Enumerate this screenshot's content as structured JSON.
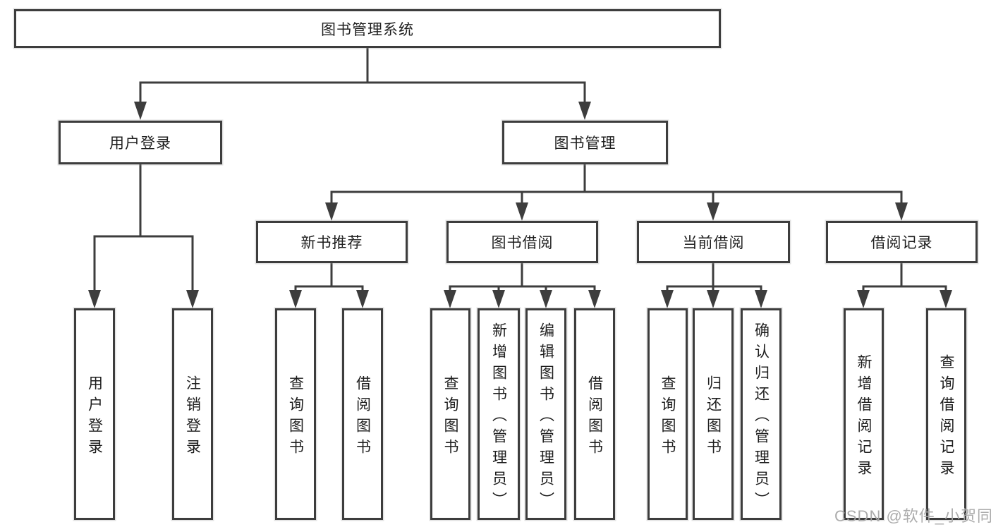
{
  "diagram": {
    "root": {
      "label": "图书管理系统"
    },
    "level2": [
      {
        "label": "用户登录"
      },
      {
        "label": "图书管理"
      }
    ],
    "level3": [
      {
        "label": "新书推荐",
        "parent": "图书管理"
      },
      {
        "label": "图书借阅",
        "parent": "图书管理"
      },
      {
        "label": "当前借阅",
        "parent": "图书管理"
      },
      {
        "label": "借阅记录",
        "parent": "图书管理"
      }
    ],
    "leaves": [
      {
        "label": "用户登录",
        "parent": "用户登录"
      },
      {
        "label": "注销登录",
        "parent": "用户登录"
      },
      {
        "label": "查询图书",
        "parent": "新书推荐"
      },
      {
        "label": "借阅图书",
        "parent": "新书推荐"
      },
      {
        "label": "查询图书",
        "parent": "图书借阅"
      },
      {
        "label": "新增图书（管理员）",
        "parent": "图书借阅"
      },
      {
        "label": "编辑图书（管理员）",
        "parent": "图书借阅"
      },
      {
        "label": "借阅图书",
        "parent": "图书借阅"
      },
      {
        "label": "查询图书",
        "parent": "当前借阅"
      },
      {
        "label": "归还图书",
        "parent": "当前借阅"
      },
      {
        "label": "确认归还（管理员）",
        "parent": "当前借阅"
      },
      {
        "label": "新增借阅记录",
        "parent": "借阅记录"
      },
      {
        "label": "查询借阅记录",
        "parent": "借阅记录"
      }
    ]
  },
  "watermark": {
    "text": "CSDN @软件_小贺同学"
  },
  "colors": {
    "line": "#3d3d3d",
    "text": "#1e1e1e",
    "background": "#ffffff",
    "watermark": "#a8a8a8"
  }
}
